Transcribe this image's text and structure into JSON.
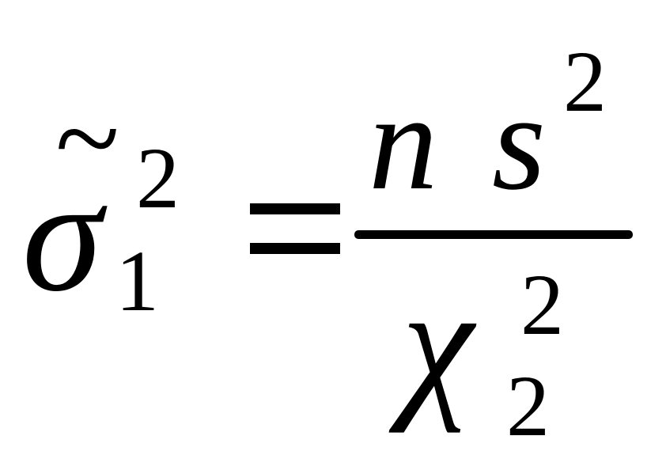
{
  "formula": {
    "lhs": {
      "symbol": "σ",
      "accent": "~",
      "superscript": "2",
      "subscript": "1"
    },
    "operator": "=",
    "numerator": {
      "first": "n",
      "second": "s",
      "superscript": "2"
    },
    "denominator": {
      "symbol": "χ",
      "superscript": "2",
      "subscript": "2"
    }
  }
}
